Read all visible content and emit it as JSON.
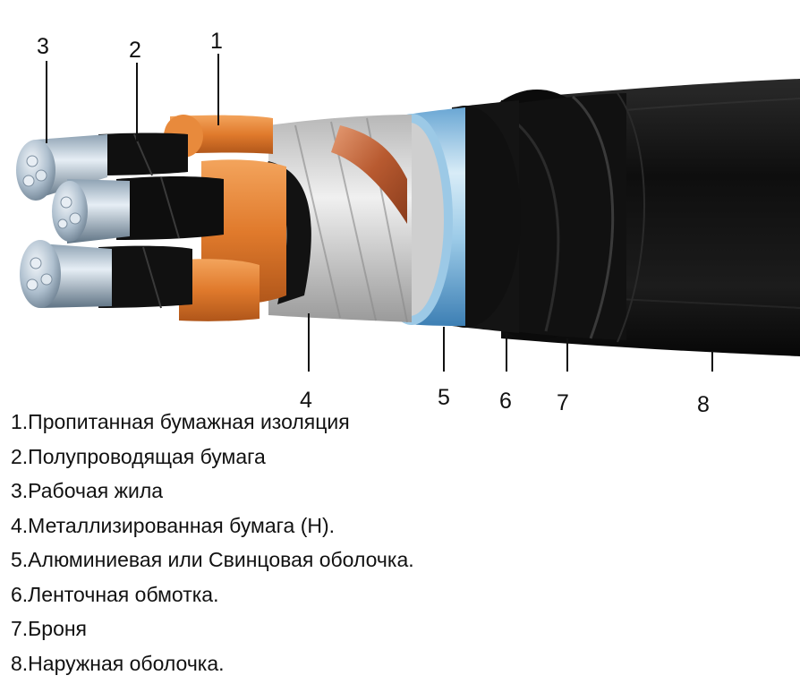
{
  "callouts": [
    "1",
    "2",
    "3",
    "4",
    "5",
    "6",
    "7",
    "8"
  ],
  "legend": [
    "1.Пропитанная бумажная изоляция",
    "2.Полупроводящая бумага",
    "3.Рабочая жила",
    "4.Металлизированная бумага (Н).",
    "5.Алюминиевая или Свинцовая оболочка.",
    "6.Ленточная обмотка.",
    "7.Броня",
    "8.Наружная оболочка."
  ],
  "colors": {
    "outer_sheath": "#1a1a1a",
    "armor": "#0d0d0d",
    "aluminum_sheath": "#8fc3e6",
    "metallized_paper": "#d9d9d9",
    "copper_wrap": "#c96a3a",
    "semiconducting_paper": "#e8893a",
    "conductor": "#b9c9d6"
  }
}
